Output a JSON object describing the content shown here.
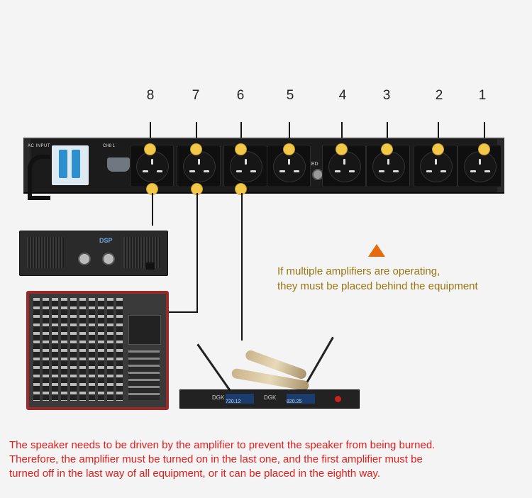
{
  "outlet_numbers": [
    "8",
    "7",
    "6",
    "5",
    "4",
    "3",
    "2",
    "1"
  ],
  "panel": {
    "ac_input_label": "AC INPUT",
    "ch_label": "CH8 1",
    "led_label": "LED"
  },
  "amplifier": {
    "brand": "DSP"
  },
  "receiver": {
    "brand": "DGK",
    "screen_a": "720.12",
    "screen_b": "820.25"
  },
  "warning_note": {
    "line1": "If multiple amplifiers are operating,",
    "line2": "they must be placed behind the equipment"
  },
  "footer_text": {
    "line1": "The speaker needs to be driven by the amplifier to prevent the speaker from being burned.",
    "line2": "Therefore, the amplifier must be turned on in the last one, and the first amplifier must be",
    "line3": "turned off in the last way of all equipment, or it can be placed in the eighth way."
  },
  "colors": {
    "warning": "#e66a10",
    "note": "#9a7512",
    "footer": "#e11d1d",
    "dot": "#f2c84b"
  }
}
